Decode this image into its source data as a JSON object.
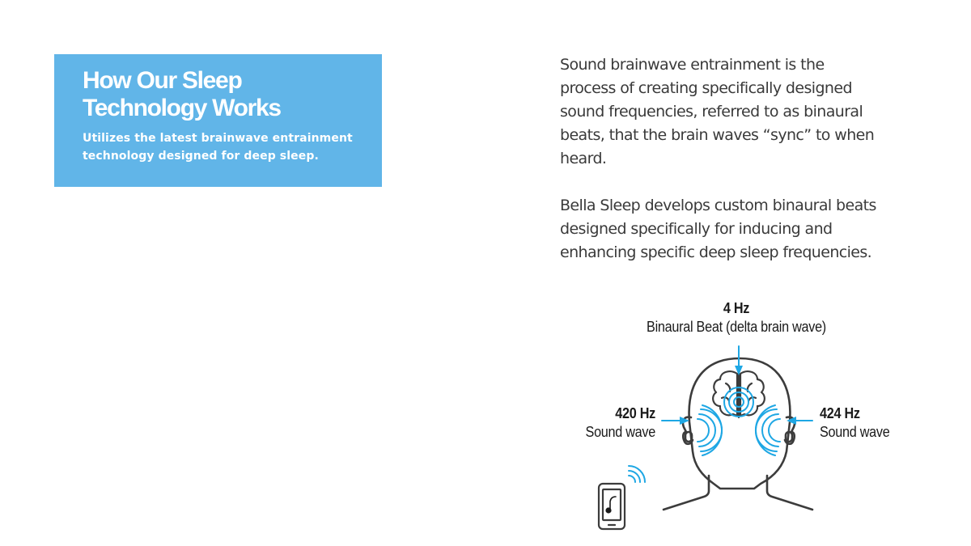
{
  "hero": {
    "title_line1": "How Our Sleep",
    "title_line2": "Technology Works",
    "subtitle_line1": "Utilizes the latest brainwave entrainment",
    "subtitle_line2": "technology designed for deep sleep.",
    "background_color": "#61b5e8"
  },
  "description": {
    "paragraph1_lines": [
      "Sound brainwave entrainment is the",
      "process of creating specifically designed",
      "sound frequencies, referred to as binaural",
      "beats, that the brain waves “sync” to when",
      "heard."
    ],
    "paragraph2_lines": [
      "Bella Sleep develops custom binaural beats",
      "designed specifically for inducing and",
      "enhancing specific deep sleep frequencies."
    ]
  },
  "diagram": {
    "top_label": {
      "value": "4 Hz",
      "caption": "Binaural Beat (delta brain wave)"
    },
    "left_label": {
      "value": "420 Hz",
      "caption": "Sound wave"
    },
    "right_label": {
      "value": "424 Hz",
      "caption": "Sound wave"
    },
    "icons": [
      "head-icon",
      "brain-icon",
      "earbud-icon",
      "sound-wave-icon",
      "smartphone-icon",
      "music-note-icon",
      "wireless-signal-icon",
      "arrow-icon"
    ],
    "accent_color": "#1ea7e4",
    "line_color": "#3c3c3c"
  }
}
